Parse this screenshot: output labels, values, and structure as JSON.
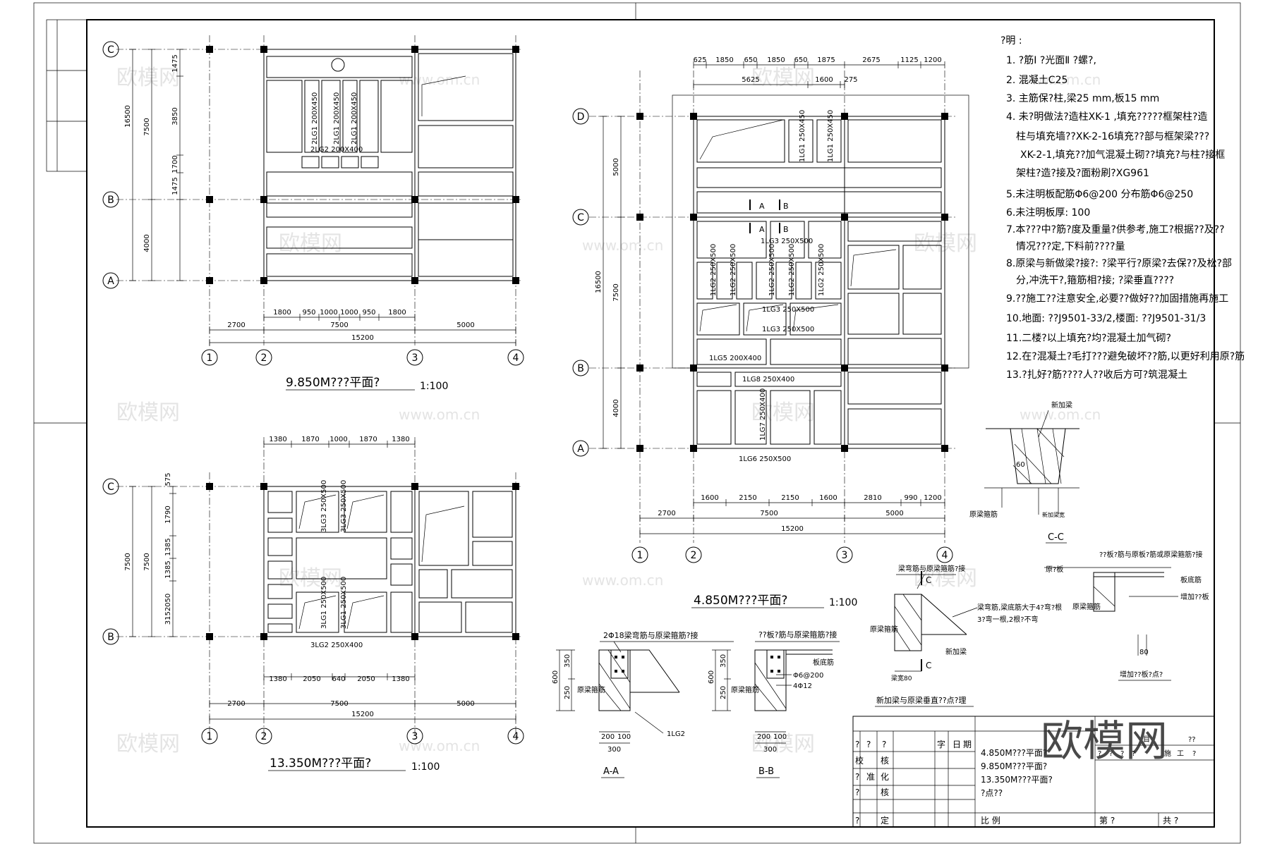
{
  "watermark": {
    "cn": "欧模网",
    "url": "www.om.cn",
    "big": "欧模网"
  },
  "plan_9850": {
    "title": "9.850M???平面?",
    "scale": "1:100",
    "axes_h": [
      "C",
      "B",
      "A"
    ],
    "axes_v": [
      "1",
      "2",
      "3",
      "4"
    ],
    "dims_left": [
      "16500",
      "7500",
      "1475",
      "3850",
      "1700",
      "1475",
      "4000"
    ],
    "dims_bottom_a": [
      "1800",
      "950",
      "1000",
      "1000",
      "950",
      "1800"
    ],
    "dims_bottom_b": [
      "2700",
      "7500",
      "5000"
    ],
    "dims_total": "15200",
    "beams": [
      "2LG1 200X450",
      "2LG1 200X450",
      "2LG1 200X450",
      "2LG2 200X400"
    ]
  },
  "plan_13350": {
    "title": "13.350M???平面?",
    "scale": "1:100",
    "axes_h": [
      "C",
      "B"
    ],
    "axes_v": [
      "1",
      "2",
      "3",
      "4"
    ],
    "dims_top": [
      "1380",
      "1870",
      "1000",
      "1870",
      "1380"
    ],
    "dims_left": [
      "7500",
      "575",
      "1790",
      "1385",
      "1385",
      "3152050",
      "7500"
    ],
    "dims_bottom_a": [
      "1380",
      "2050",
      "640",
      "2050",
      "1380"
    ],
    "dims_bottom_b": [
      "2700",
      "7500",
      "5000"
    ],
    "dims_total": "15200",
    "beams": [
      "3LG3 250X500",
      "3LG3 250X500",
      "3LG1 250X500",
      "3LG1 250X500",
      "3LG2 250X400"
    ]
  },
  "plan_4850": {
    "title": "4.850M???平面?",
    "scale": "1:100",
    "axes_h": [
      "D",
      "C",
      "B",
      "A"
    ],
    "axes_v": [
      "1",
      "2",
      "3",
      "4"
    ],
    "dims_top_a": [
      "625",
      "1850",
      "650",
      "1850",
      "650",
      "1875",
      "2675",
      "1125",
      "1200"
    ],
    "dims_top_b": [
      "5625",
      "1600",
      "275"
    ],
    "dims_left": [
      "5000",
      "16500",
      "7500",
      "4000"
    ],
    "dims_bottom_a": [
      "1600",
      "2150",
      "2150",
      "1600",
      "2810",
      "990",
      "1200"
    ],
    "dims_bottom_b": [
      "2700",
      "7500",
      "5000"
    ],
    "dims_total": "15200",
    "beams": [
      "1LG1 250X450",
      "1LG1 250X450",
      "1LG3 250X500",
      "1LG2 250X500",
      "1LG2 250X500",
      "1LG2 250X500",
      "1LG2 250X500",
      "1LG2 250X500",
      "1LG3 250X500",
      "1LG3 250X500",
      "1LG5 200X400",
      "1LG8 250X400",
      "1LG7 250X400",
      "1LG6 250X500"
    ],
    "section_marks": [
      "A",
      "B",
      "A",
      "B"
    ]
  },
  "notes": {
    "heading": "?明 :",
    "lines": [
      "1. ?筋Ⅰ ?光面Ⅱ ?螺?,",
      "2. 混凝土C25",
      "3. 主筋保?柱,梁25 mm,板15    mm",
      "4. 未?明做法?造柱XK-1 ,填充?????框架柱?造",
      "柱与填充墙??XK-2-16填充??部与框架梁???",
      "XK-2-1,填充??加气混凝土砌??填充?与柱?接框",
      "架柱?造?接及?面粉刷?XG961",
      "5.未注明板配筋Φ6@200   分布筋Φ6@250",
      "6.未注明板厚: 100",
      "7.本???中?筋?度及重量?供参考,施工?根据??及??",
      "情况???定,下料前????量",
      "8.原梁与新做梁?接?: ?梁平行?原梁?去保??及松?部",
      "分,冲洗干?,箍筋相?接; ?梁垂直????",
      "9.??施工??注意安全,必要??做好??加固措施再施工",
      "10.地面: ??J9501-33/2,楼面: ??J9501-31/3",
      "11.二楼?以上填充?均?混凝土加气砌?",
      "12.在?混凝土?毛打???避免破坏??筋,以更好利用原?筋",
      "13.?扎好?筋????人??收后方可?筑混凝土"
    ]
  },
  "details": {
    "cc": {
      "title": "C-C",
      "new_beam": "新加梁",
      "angle": "60",
      "orig_stirrup": "原梁箍筋",
      "new_width": "新加梁宽"
    },
    "aa": {
      "title": "A-A",
      "note": "2Φ18梁弯筋与原梁箍筋?接",
      "stirrup": "原梁箍筋",
      "beam": "1LG2",
      "h1": "350",
      "h2": "250",
      "h": "600",
      "w1": "200",
      "w2": "100",
      "w": "300"
    },
    "bb": {
      "title": "B-B",
      "note": "??板?筋与原梁箍筋?接",
      "bottom": "板底筋",
      "stirrup": "原梁箍筋",
      "r1": "Φ6@200",
      "r2": "4Φ12",
      "h1": "350",
      "h2": "250",
      "h": "600",
      "w1": "200",
      "w2": "100",
      "w": "300"
    },
    "nb": {
      "title": "新加梁与原梁垂直??点?理",
      "t1": "梁弯筋与原梁箍筋?接",
      "t2": "梁弯筋,梁底筋大于4?弯?根",
      "t3": "3?弯一根,2根?不弯",
      "orig": "原梁箍筋",
      "new": "新加梁",
      "width": "梁宽80",
      "mark": "C"
    },
    "ps": {
      "title": "增加??板?点?",
      "t1": "??板?筋与原板?筋或原梁箍筋?接",
      "orig": "原?板",
      "bottom": "板底筋",
      "add": "增加??板",
      "stirrup": "原梁箍筋",
      "dim": "80"
    }
  },
  "title_block": {
    "r1": [
      "?",
      "?",
      "?",
      "字",
      "日",
      "期"
    ],
    "r2": [
      "校",
      "核"
    ],
    "r3": [
      "?",
      "准",
      "化"
    ],
    "r4": [
      "?",
      "核"
    ],
    "r5": [
      "?",
      "定"
    ],
    "drawing_names": [
      "4.850M???平面?",
      "9.850M???平面?",
      "13.350M???平面?",
      "?点??"
    ],
    "ratio": "比       例",
    "page": "第        ?",
    "total": "共        ?",
    "right_top": [
      "?",
      "?",
      "?",
      "目",
      "?",
      "??",
      "施",
      "工",
      "?"
    ]
  }
}
